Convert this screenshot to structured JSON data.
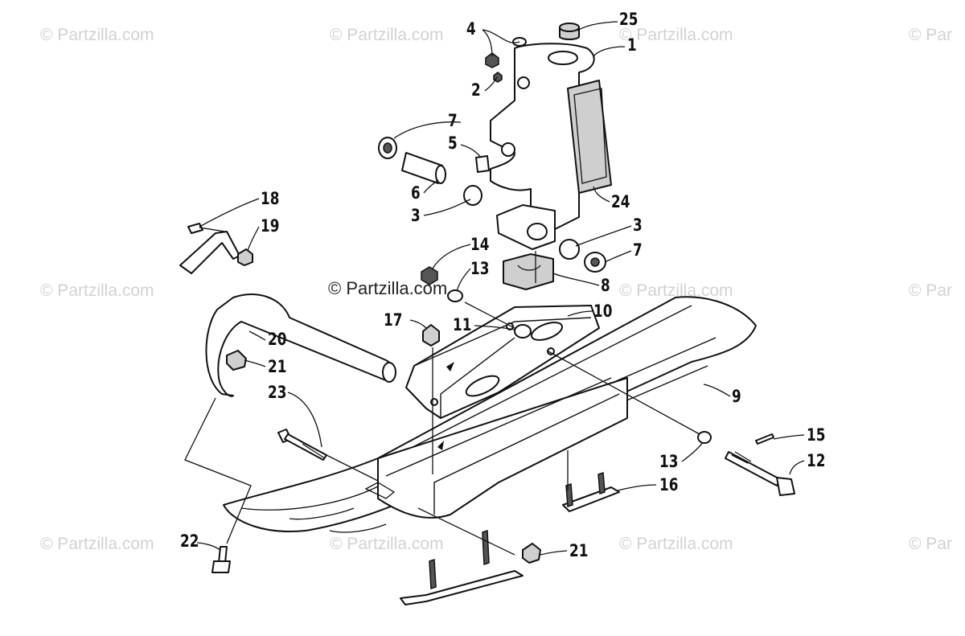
{
  "watermarks": {
    "corner": "© Partzilla.com",
    "corner_cut": "© Par",
    "center": "© Partzilla.com"
  },
  "callouts": {
    "c1": "1",
    "c2": "2",
    "c3a": "3",
    "c3b": "3",
    "c4": "4",
    "c5": "5",
    "c6": "6",
    "c7a": "7",
    "c7b": "7",
    "c8": "8",
    "c9": "9",
    "c10": "10",
    "c11": "11",
    "c12": "12",
    "c13a": "13",
    "c13b": "13",
    "c14": "14",
    "c15": "15",
    "c16": "16",
    "c17": "17",
    "c18": "18",
    "c19": "19",
    "c20": "20",
    "c21a": "21",
    "c21b": "21",
    "c22": "22",
    "c23": "23",
    "c24": "24",
    "c25": "25"
  }
}
